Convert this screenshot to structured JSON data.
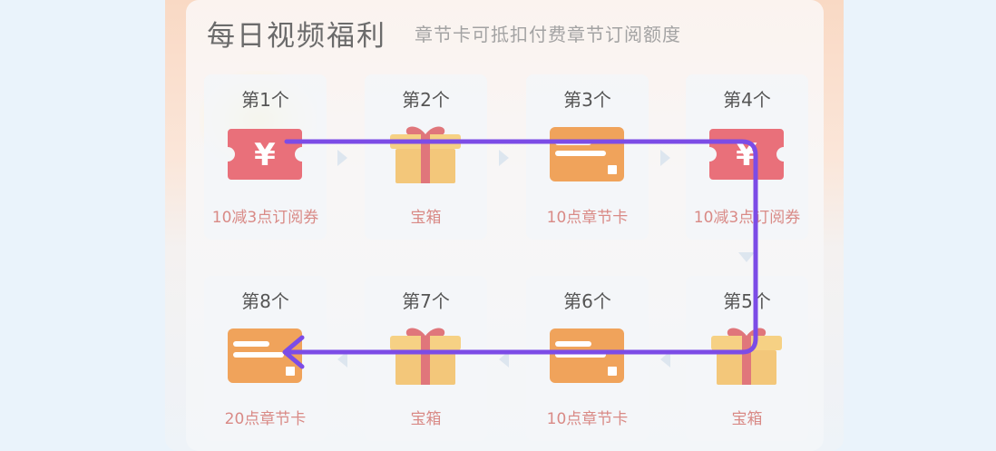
{
  "header": {
    "title": "每日视频福利",
    "subtitle": "章节卡可抵扣付费章节订阅额度"
  },
  "rewards": [
    {
      "label": "第1个",
      "name": "10减3点订阅券",
      "icon": "coupon-icon"
    },
    {
      "label": "第2个",
      "name": "宝箱",
      "icon": "gift-box-icon"
    },
    {
      "label": "第3个",
      "name": "10点章节卡",
      "icon": "chapter-card-icon"
    },
    {
      "label": "第4个",
      "name": "10减3点订阅券",
      "icon": "coupon-icon"
    },
    {
      "label": "第5个",
      "name": "宝箱",
      "icon": "gift-box-icon"
    },
    {
      "label": "第6个",
      "name": "10点章节卡",
      "icon": "chapter-card-icon"
    },
    {
      "label": "第7个",
      "name": "宝箱",
      "icon": "gift-box-icon"
    },
    {
      "label": "第8个",
      "name": "20点章节卡",
      "icon": "chapter-card-icon"
    }
  ],
  "colors": {
    "coupon": "#e9707a",
    "box": "#f3c77a",
    "ribbon": "#e0767b",
    "card": "#f0a35b",
    "arrow_annotation": "#7c4ce6",
    "reward_text": "#d98a86"
  }
}
